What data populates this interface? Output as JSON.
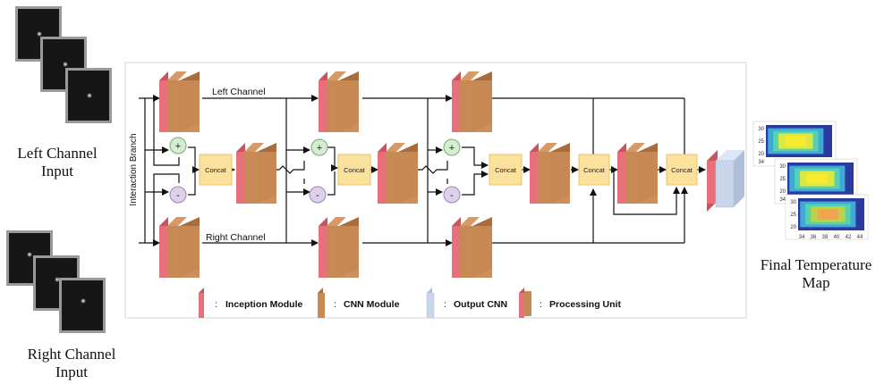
{
  "inputs": {
    "left_label_line1": "Left Channel",
    "left_label_line2": "Input",
    "right_label_line1": "Right Channel",
    "right_label_line2": "Input"
  },
  "network": {
    "left_channel_label": "Left Channel",
    "right_channel_label": "Right Channel",
    "interaction_branch_label": "Interaction Branch",
    "concat_label": "Concat",
    "plus_symbol": "+",
    "minus_symbol": "-"
  },
  "legend": {
    "items": [
      {
        "label": "Inception Module",
        "color": "#e8707a"
      },
      {
        "label": "CNN Module",
        "color": "#c88a55"
      },
      {
        "label": "Output CNN",
        "color": "#c9d6ea"
      },
      {
        "label": "Processing Unit",
        "color": "#e8707a"
      }
    ],
    "separator": ":"
  },
  "output": {
    "label_line1": "Final Temperature",
    "label_line2": "Map",
    "heatmap": {
      "y_ticks": [
        "30",
        "25",
        "20"
      ],
      "x_ticks": [
        "34",
        "36",
        "38",
        "40",
        "42",
        "44"
      ],
      "x_tick_first": "34"
    }
  },
  "colors": {
    "inception": "#e8707a",
    "inception_side": "#c9545e",
    "cnn": "#c88a55",
    "cnn_side": "#a86d3e",
    "concat": "#fbe19b",
    "plus_node": "#d4ecd0",
    "minus_node": "#ddd0ea",
    "output_cnn": "#c9d6ea",
    "heat_bg": "#2b3a9e"
  }
}
